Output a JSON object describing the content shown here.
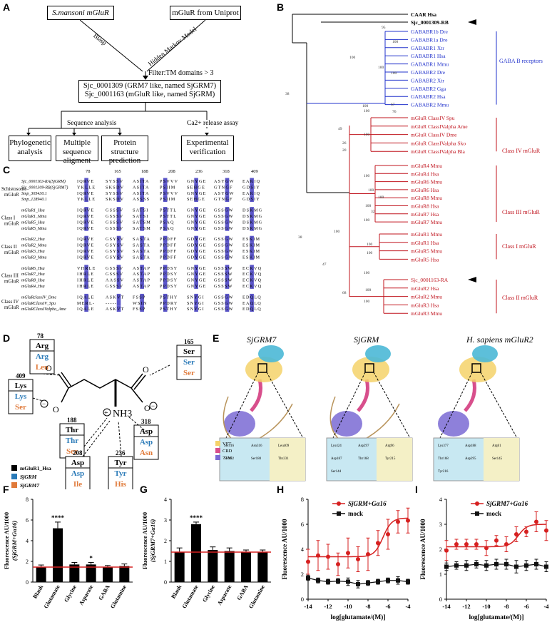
{
  "panels": {
    "A": "A",
    "B": "B",
    "C": "C",
    "D": "D",
    "E": "E",
    "F": "F",
    "G": "G",
    "H": "H",
    "I": "I"
  },
  "workflow": {
    "box1": "S.mansoni mGluR",
    "box2": "mGluR from Uniprot",
    "arrow_left": "Blasp",
    "arrow_right": "Hidden Markov Model",
    "filter": "Filter:TM domains > 3",
    "candidate1": "Sjc_0001309 (GRM7 like, named SjGRM7)",
    "candidate2": "Sjc_0001163 (mGluR like, named SjGRM)",
    "branch_left": "Sequence analysis",
    "branch_right": "Ca2+ release assay",
    "leaf1": "Phylogenetic analysis",
    "leaf2": "Multiple sequence aligment",
    "leaf3": "Protein structure prediction",
    "leaf4": "Experimental verification"
  },
  "tree": {
    "root_labels": [
      "CAAR Hsa",
      "Sjc_0001309-RB"
    ],
    "gaba": [
      "GABABR1b Dre",
      "GABABR1a Dre",
      "GABABR1 Xtr",
      "GABABR1 Hsa",
      "GABABR1 Mmu",
      "GABABR2 Dre",
      "GABABR2 Xtr",
      "GABABR2 Gga",
      "GABABR2 Hsa",
      "GABABR2 Mmu"
    ],
    "classIV": [
      "mGluR ClassIV Spu",
      "mGluR ClassIValpha Ame",
      "mGluR ClassIV Dme",
      "mGluR ClassIValpha Sko",
      "mGluR ClassIValpha Bla"
    ],
    "classIII": [
      "mGluR4 Mmu",
      "mGluR4 Hsa",
      "mGluR6 Mmu",
      "mGluR6 Hsa",
      "mGluR8 Mmu",
      "mGluR8 Hsa",
      "mGluR7 Hsa",
      "mGluR7 Mmu"
    ],
    "classI": [
      "mGluR1 Mmu",
      "mGluR1 Hsa",
      "mGluR5 Mmu",
      "mGluR5 Hsa"
    ],
    "classII": [
      "Sjc_0001163-RA",
      "mGluR2 Hsa",
      "mGluR2 Mmu",
      "mGluR3 Hsa",
      "mGluR3 Mmu"
    ],
    "group_labels": [
      "GABA B receptors",
      "Class IV mGluR",
      "Class III mGluR",
      "Class I mGluR",
      "Class II mGluR"
    ],
    "bootstrap": [
      "95",
      "100",
      "100",
      "100",
      "100",
      "67",
      "76",
      "38",
      "100",
      "100",
      "49",
      "26",
      "20",
      "100",
      "100",
      "100",
      "100",
      "100",
      "32",
      "100",
      "38",
      "100",
      "100",
      "100",
      "47",
      "100",
      "100",
      "68",
      "100"
    ],
    "colors": {
      "gaba": "#2233cc",
      "mglur": "#c0141e",
      "root": "#000000"
    }
  },
  "alignment": {
    "positions": [
      "78",
      "165",
      "188",
      "208",
      "236",
      "318",
      "409"
    ],
    "groups": [
      {
        "label": "Schistosome mGluR",
        "rows": [
          {
            "name": "Sjc_0001163-RA(SjGRM)",
            "cells": [
              "IQRVE",
              "SYSSV",
              "ASITA",
              "PSVVV",
              "GNYGE",
              "ASYGW",
              "EAKIQ"
            ]
          },
          {
            "name": "Sjc_0001309-RB(SjGRM7)",
            "cells": [
              "YKLLE",
              "SKSDV",
              "ASITA",
              "PSIIM",
              "SEHGE",
              "GTNGF",
              "GDSIY"
            ]
          },
          {
            "name": "Smp_305430.1",
            "cells": [
              "IQRVE",
              "SYSSV",
              "ASITA",
              "PSVVV",
              "GNYGE",
              "ASYGW",
              "EAKIQ"
            ]
          },
          {
            "name": "Smp_128940.1",
            "cells": [
              "YKLLE",
              "SKSDV",
              "ASSSS",
              "PSIIM",
              "SEHGE",
              "GTNGF",
              "GDSIY"
            ]
          }
        ]
      },
      {
        "label": "Class I mGluR",
        "rows": [
          {
            "name": "mGluR1_Hsa",
            "cells": [
              "IQRVE",
              "GSSSV",
              "SATSI",
              "PSTTL",
              "GNYGE",
              "GSSGW",
              "DSKMG"
            ]
          },
          {
            "name": "mGluR1_Mmu",
            "cells": [
              "IQRVE",
              "GSSSV",
              "SATSI",
              "PSTTL",
              "GNYGE",
              "GSSGW",
              "DSKMG"
            ]
          },
          {
            "name": "mGluR5_Hsa",
            "cells": [
              "IQRVE",
              "GSSSV",
              "SATSM",
              "PSAQ",
              "GNYGE",
              "GSSGW",
              "DSKMG"
            ]
          },
          {
            "name": "mGluR5_Mmu",
            "cells": [
              "IQRVE",
              "GSSSV",
              "SATSM",
              "PSAQ",
              "GNYGE",
              "GSSGW",
              "DSKMG"
            ]
          }
        ]
      },
      {
        "label": "Class II mGluR",
        "rows": [
          {
            "name": "mGluR2_Hsa",
            "cells": [
              "IQRVE",
              "GSYSV",
              "SASTA",
              "PPDFF",
              "GDYGE",
              "GSSGW",
              "ESKIM"
            ]
          },
          {
            "name": "mGluR2_Mmu",
            "cells": [
              "IQRVE",
              "GSYSV",
              "SASTA",
              "PPDFF",
              "GDYGE",
              "GSSGW",
              "ESKIM"
            ]
          },
          {
            "name": "mGluR3_Hsa",
            "cells": [
              "IQRVE",
              "GSYSV",
              "SASTA",
              "PPDFF",
              "GDYGE",
              "GSSGW",
              "ESKIM"
            ]
          },
          {
            "name": "mGluR3_Mmu",
            "cells": [
              "IQRVE",
              "GSYSV",
              "SASTA",
              "PPDFF",
              "GDYGE",
              "GSSGW",
              "ESKIM"
            ]
          }
        ]
      },
      {
        "label": "Class III mGluR",
        "rows": [
          {
            "name": "mGluR6_Hsa",
            "cells": [
              "VHRLE",
              "GSSSV",
              "ASTAP",
              "PPDSY",
              "GNYGE",
              "GSSSW",
              "ECKVQ"
            ]
          },
          {
            "name": "mGluR7_Hsa",
            "cells": [
              "IHRLE",
              "GSSSV",
              "ASTAP",
              "PPDSY",
              "GNYGE",
              "GSSSW",
              "ECKVQ"
            ]
          },
          {
            "name": "mGluR8_Hsa",
            "cells": [
              "IHRLE",
              "AASSV",
              "ASTAP",
              "PPDSY",
              "GNYGE",
              "GSSSW",
              "ECKVQ"
            ]
          },
          {
            "name": "mGluR4_Hsa",
            "cells": [
              "IHRLE",
              "GSSSV",
              "ASTAP",
              "PPDSY",
              "GNYGE",
              "GSSSW",
              "ECKVQ"
            ]
          }
        ]
      },
      {
        "label": "Class IV mGluR",
        "rows": [
          {
            "name": "mGluRclassIV_Dme",
            "cells": [
              "IQALE",
              "ASKVT",
              "FSSP",
              "PSTHY",
              "SNYGI",
              "GSSGW",
              "EDQLQ"
            ]
          },
          {
            "name": "mGluRClassIV_Spu",
            "cells": [
              "MERL-",
              "-----",
              "WSIN",
              "PPDRY",
              "SNYGI",
              "GSSGW",
              "EAQLQ"
            ]
          },
          {
            "name": "mGluRClassIValpha_Ame",
            "cells": [
              "IQALE",
              "ASKVT",
              "FSSP",
              "PSTHY",
              "SNYGI",
              "GSSGW",
              "EDQLQ"
            ]
          }
        ]
      }
    ]
  },
  "ligand": {
    "residues": [
      {
        "pos": "78",
        "r": [
          "Arg",
          "Arg",
          "Leu"
        ]
      },
      {
        "pos": "165",
        "r": [
          "Ser",
          "Ser",
          "Ser"
        ]
      },
      {
        "pos": "409",
        "r": [
          "Lys",
          "Lys",
          "Ser"
        ]
      },
      {
        "pos": "188",
        "r": [
          "Thr",
          "Thr",
          "Ser"
        ]
      },
      {
        "pos": "318",
        "r": [
          "Asp",
          "Asp",
          "Asn"
        ]
      },
      {
        "pos": "208",
        "r": [
          "Asp",
          "Asp",
          "Ile"
        ]
      },
      {
        "pos": "236",
        "r": [
          "Tyr",
          "Tyr",
          "His"
        ]
      }
    ],
    "nh3": "NH3",
    "legend": [
      "mGluR1_Hsa",
      "SjGRM",
      "SjGRM7"
    ],
    "legend_colors": [
      "#000000",
      "#2a7ab8",
      "#e07a3a"
    ]
  },
  "structures": {
    "titles": [
      "SjGRM7",
      "SjGRM",
      "H. sapiens mGluR2"
    ],
    "legend": [
      "VFT",
      "CRD",
      "7TM"
    ],
    "legend_colors": [
      "#f5d26a",
      "#d84f8c",
      "#7a6ad4"
    ],
    "zoom_labels": [
      [
        "Ser416",
        "Asn316",
        "Leu409",
        "Ser182",
        "Ser180",
        "Thr231"
      ],
      [
        "Lys424",
        "Asp297",
        "Arg96",
        "Asp187",
        "Thr168",
        "Tyr215",
        "Ser144"
      ],
      [
        "Lys377",
        "Asp188",
        "Arg61",
        "Thr168",
        "Asp295",
        "Ser145",
        "Tyr216"
      ]
    ]
  },
  "bar_F": {
    "ylabel": "Fluorescence AU/1000",
    "ylabel2": "(SjGRM+Gα16)",
    "categories": [
      "Blank",
      "Glutamate",
      "Glycine",
      "Asparate",
      "GABA",
      "Glutamine"
    ],
    "stars": [
      "",
      "****",
      "",
      "*",
      "",
      ""
    ]
  },
  "bar_G": {
    "ylabel": "Fluorescence AU/1000",
    "ylabel2": "(SjGRM7+Gα16)",
    "categories": [
      "Blank",
      "Glutamate",
      "Glycine",
      "Asparate",
      "GABA",
      "Glutamine"
    ],
    "stars": [
      "",
      "****",
      "",
      "",
      "",
      ""
    ]
  },
  "curve_H": {
    "xlabel": "log[glutamate/(M)]",
    "ylabel": "Fluorescence AU/1000",
    "legend": [
      "SjGRM+Gα16",
      "mock"
    ]
  },
  "curve_I": {
    "xlabel": "log[glutamate/(M)]",
    "ylabel": "Fluorescence AU/1000",
    "legend": [
      "SjGRM7+Gα16",
      "mock"
    ]
  },
  "chart_data": [
    {
      "type": "bar",
      "categories": [
        "Blank",
        "Glutamate",
        "Glycine",
        "Asparate",
        "GABA",
        "Glutamine"
      ],
      "values": [
        1.45,
        5.2,
        1.7,
        1.7,
        1.45,
        1.55
      ],
      "errors": [
        0.2,
        0.6,
        0.2,
        0.2,
        0.15,
        0.2
      ],
      "baseline": 1.45,
      "ylim": [
        0,
        8
      ],
      "yticks": [
        0,
        2,
        4,
        6,
        8
      ],
      "ylabel": "Fluorescence AU/1000 (SjGRM+Gα16)",
      "bar_color": "#000000",
      "line_color": "#d62020"
    },
    {
      "type": "bar",
      "categories": [
        "Blank",
        "Glutamate",
        "Glycine",
        "Asparate",
        "GABA",
        "Glutamine"
      ],
      "values": [
        1.45,
        2.8,
        1.55,
        1.5,
        1.45,
        1.45
      ],
      "errors": [
        0.2,
        0.1,
        0.15,
        0.15,
        0.1,
        0.1
      ],
      "baseline": 1.45,
      "ylim": [
        0,
        4
      ],
      "yticks": [
        0,
        1,
        2,
        3,
        4
      ],
      "ylabel": "Fluorescence AU/1000 (SjGRM7+Gα16)",
      "bar_color": "#000000",
      "line_color": "#d62020"
    },
    {
      "type": "line",
      "xlabel": "log[glutamate/(M)]",
      "ylabel": "Fluorescence AU/1000",
      "xlim": [
        -14,
        -4
      ],
      "ylim": [
        0,
        8
      ],
      "xticks": [
        -14,
        -12,
        -10,
        -8,
        -6,
        -4
      ],
      "yticks": [
        0,
        2,
        4,
        6,
        8
      ],
      "series": [
        {
          "name": "SjGRM+Gα16",
          "color": "#d62020",
          "x": [
            -14,
            -13,
            -12,
            -11,
            -10,
            -9,
            -8,
            -7,
            -6,
            -5,
            -4
          ],
          "y": [
            3.0,
            3.5,
            3.4,
            2.8,
            3.7,
            3.2,
            3.6,
            4.5,
            5.2,
            6.2,
            6.3
          ],
          "err": [
            1.0,
            1.2,
            1.0,
            0.9,
            1.2,
            1.0,
            1.3,
            1.0,
            1.2,
            0.9,
            1.0
          ],
          "fit": true,
          "fit_bottom": 3.4,
          "fit_top": 6.5,
          "fit_ec50": -6.5
        },
        {
          "name": "mock",
          "color": "#111111",
          "x": [
            -14,
            -13,
            -12,
            -11,
            -10,
            -9,
            -8,
            -7,
            -6,
            -5,
            -4
          ],
          "y": [
            1.7,
            1.5,
            1.4,
            1.45,
            1.4,
            1.2,
            1.3,
            1.4,
            1.5,
            1.5,
            1.4
          ],
          "err": [
            0.2,
            0.2,
            0.2,
            0.2,
            0.3,
            0.3,
            0.2,
            0.2,
            0.2,
            0.3,
            0.2
          ]
        }
      ]
    },
    {
      "type": "line",
      "xlabel": "log[glutamate/(M)]",
      "ylabel": "Fluorescence AU/1000",
      "xlim": [
        -14,
        -4
      ],
      "ylim": [
        0,
        4
      ],
      "xticks": [
        -14,
        -12,
        -10,
        -8,
        -6,
        -4
      ],
      "yticks": [
        0,
        1,
        2,
        3,
        4
      ],
      "series": [
        {
          "name": "SjGRM7+Gα16",
          "color": "#d62020",
          "x": [
            -14,
            -13,
            -12,
            -11,
            -10,
            -9,
            -8,
            -7,
            -6,
            -5,
            -4
          ],
          "y": [
            1.95,
            2.2,
            2.2,
            2.2,
            2.05,
            2.35,
            2.2,
            2.6,
            2.7,
            3.1,
            2.75
          ],
          "err": [
            0.4,
            0.2,
            0.2,
            0.2,
            0.3,
            0.2,
            0.3,
            0.3,
            0.2,
            0.4,
            0.4
          ],
          "fit": true,
          "fit_bottom": 2.1,
          "fit_top": 3.0,
          "fit_ec50": -6.8
        },
        {
          "name": "mock",
          "color": "#111111",
          "x": [
            -14,
            -13,
            -12,
            -11,
            -10,
            -9,
            -8,
            -7,
            -6,
            -5,
            -4
          ],
          "y": [
            1.3,
            1.35,
            1.35,
            1.4,
            1.35,
            1.4,
            1.4,
            1.3,
            1.35,
            1.4,
            1.3
          ],
          "err": [
            0.15,
            0.15,
            0.2,
            0.15,
            0.2,
            0.2,
            0.2,
            0.25,
            0.2,
            0.2,
            0.2
          ]
        }
      ]
    }
  ]
}
